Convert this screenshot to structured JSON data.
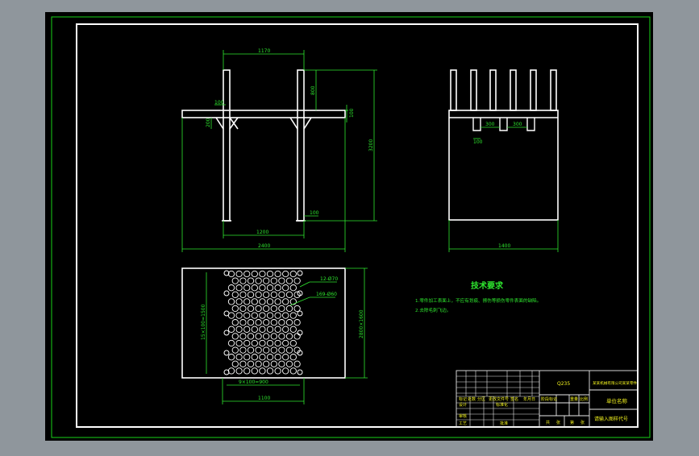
{
  "colors": {
    "frame_bg": "#8f969c",
    "paper": "#000000",
    "border_green": "#19d219",
    "line_white": "#ffffff",
    "dim_green": "#2ee62e",
    "text_yellow": "#f2f21e",
    "title_block_line": "#e8e8e8"
  },
  "front_view": {
    "dim_top_width": "1170",
    "dim_post_height": "800",
    "dim_small_100_a": "100",
    "dim_small_100_b": "100",
    "dim_200": "200",
    "dim_total_height": "3200",
    "dim_foot": "100",
    "dim_inner_span": "1200",
    "dim_overall_width": "2400"
  },
  "side_view": {
    "dim_slot_a": "300",
    "dim_slot_b": "300",
    "dim_slot_depth": "100",
    "dim_bottom_width": "1400"
  },
  "top_view": {
    "label_bolt_a": "12-Ø70",
    "label_bolt_b": "169-Ø60",
    "dim_left_vertical": "15×100=1500",
    "dim_right_vertical": "2800×1600",
    "dim_pitch": "9×100=900",
    "dim_width": "1100"
  },
  "technical_requirements": {
    "heading": "技术要求",
    "items": [
      "1.零件加工表面上，不应有划痕、擦伤等损伤零件表面的缺陷。",
      "2.去除毛刺飞边。"
    ]
  },
  "title_block": {
    "material": "Q235",
    "drawing_name": "某某机械有限公司某某零件",
    "company": "单位名称",
    "drawing_code": "请输入图样代号",
    "cells_left": [
      "标记",
      "处数",
      "分区",
      "更改文件号",
      "签名",
      "年月日"
    ],
    "cells_roles": [
      "设计",
      "标准化",
      "审核",
      "工艺",
      "批准"
    ],
    "cells_stage": [
      "阶段标记",
      "重量",
      "比例"
    ],
    "cells_sheet": [
      "共",
      "张",
      "第",
      "张"
    ]
  }
}
